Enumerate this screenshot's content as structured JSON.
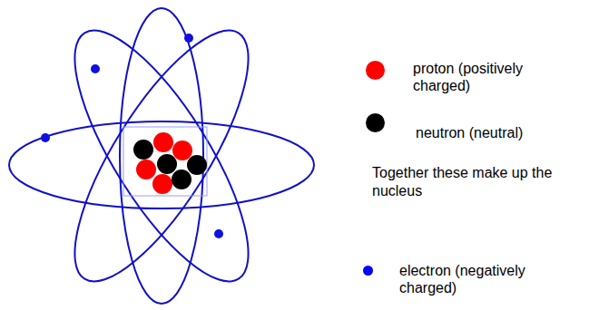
{
  "diagram": {
    "labels": [
      "Together these make up the nucleus"
    ],
    "legend": [
      {
        "text": "proton (positively charged)",
        "color": "#ff0000"
      },
      {
        "text": "neutron (neutral)",
        "color": "#000000"
      },
      {
        "text": "electron (negatively charged)",
        "color": "#0000ff"
      }
    ]
  }
}
